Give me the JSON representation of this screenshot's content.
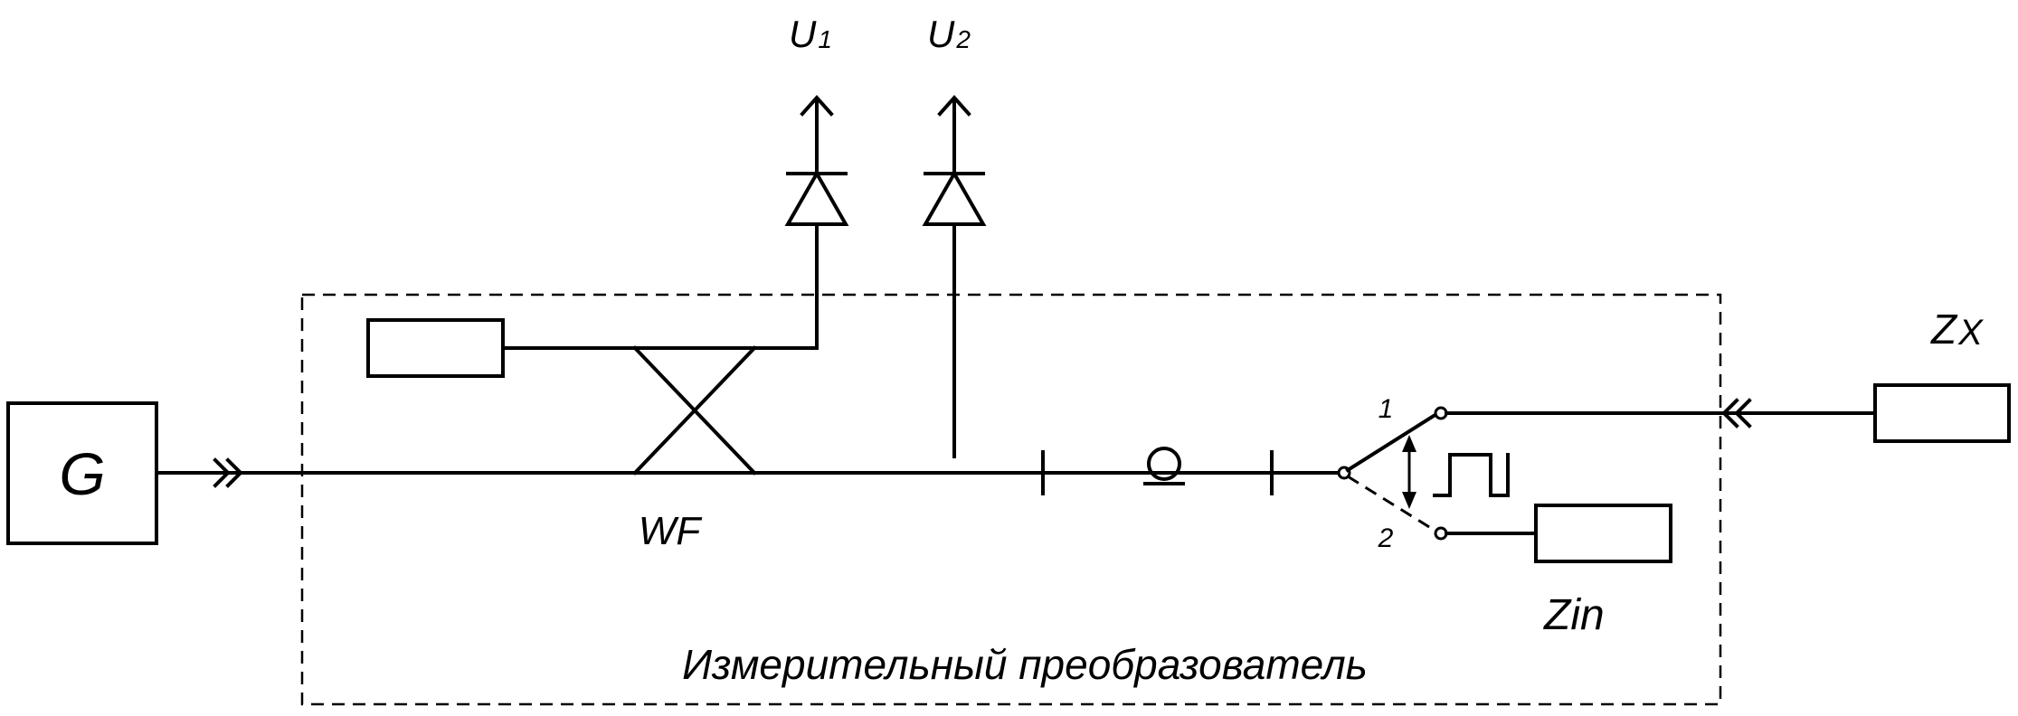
{
  "labels": {
    "generator": "G",
    "output_1_main": "U",
    "output_1_sub": "1",
    "output_2_main": "U",
    "output_2_sub": "2",
    "coupler": "WF",
    "load_x_main": "Z",
    "load_x_sub": "X",
    "load_in": "Zin",
    "switch_pos_1": "1",
    "switch_pos_2": "2",
    "enclosure": "Измерительный преобразователь"
  }
}
